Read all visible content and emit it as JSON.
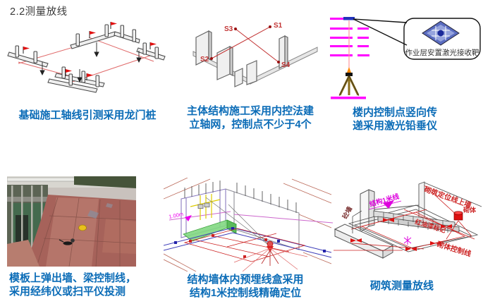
{
  "page": {
    "title": "2.2测量放线",
    "colors": {
      "caption_blue": "#0B6CB7",
      "magenta": "#FF00FF",
      "control_red": "#CC2222"
    }
  },
  "figures": [
    {
      "id": "gantry-piles",
      "caption_lines": [
        "基础施工轴线引测采用龙门桩"
      ]
    },
    {
      "id": "internal-control-axis",
      "caption_lines": [
        "主体结构施工采用内控法建",
        "立轴网，控制点不少于4个"
      ],
      "labels": {
        "s3": "S3",
        "s1": "S1",
        "s2": "S2",
        "s4": "S4"
      }
    },
    {
      "id": "laser-plummet",
      "caption_lines": [
        "楼内控制点竖向传",
        "递采用激光铅垂仪"
      ],
      "callout": "作业层安置激光接收靶"
    },
    {
      "id": "formwork-photo",
      "caption_lines": [
        "模板上弹出墙、梁控制线，",
        "采用经纬仪或扫平仪投测"
      ]
    },
    {
      "id": "embedded-box-layout",
      "caption_lines": [
        "结构墙体内预埋线盒采用",
        "结构1米控制线精确定位"
      ],
      "labels": {
        "level": "1.00m"
      }
    },
    {
      "id": "masonry-setting-out",
      "caption_lines": [
        "砌筑测量放线"
      ],
      "labels": {
        "concrete_wall": "砼墙",
        "one_meter_line": "结构1米线",
        "positioning_line": "砌筑定位线上墙",
        "paint_mark": "红油漆标记",
        "masonry": "砌体",
        "control_line": "砌体控制线"
      }
    }
  ]
}
